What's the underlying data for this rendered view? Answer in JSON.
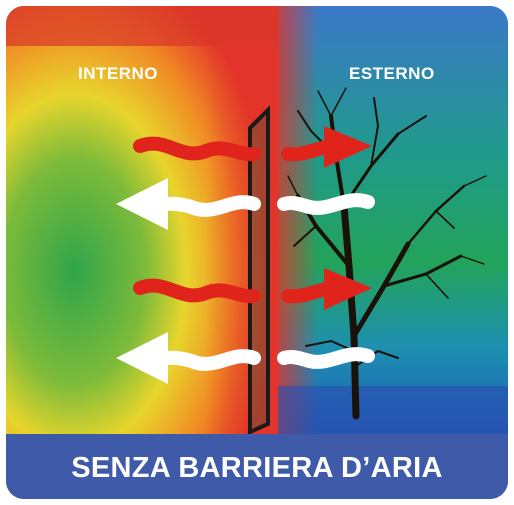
{
  "labels": {
    "inside": "INTERNO",
    "outside": "ESTERNO"
  },
  "banner": {
    "text": "SENZA BARRIERA D’ARIA"
  },
  "colors": {
    "banner_bg": "#3f5aa8",
    "warm_arrow": "#e0241c",
    "cool_arrow": "#ffffff",
    "glass_frame": "#1a1a1a"
  },
  "icons": {
    "tree": "tree-icon",
    "glass": "glass-pane"
  }
}
